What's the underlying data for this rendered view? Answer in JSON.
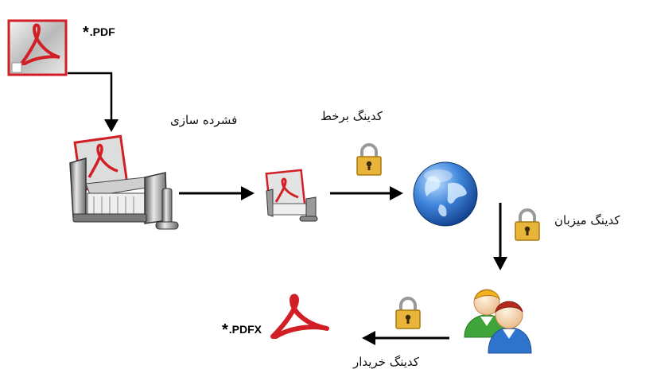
{
  "files": {
    "input_ext": ".PDF",
    "output_ext": ".PDFX",
    "star": "*"
  },
  "steps": {
    "compression": "فشرده سازی",
    "online_encoding": "کدینگ برخط",
    "host_encoding": "کدینگ میزبان",
    "buyer_encoding": "کدینگ خریدار"
  },
  "icons": [
    "pdf-document-icon",
    "compressor-icon",
    "compressed-pdf-icon",
    "globe-icon",
    "users-icon",
    "acrobat-logo-icon",
    "lock-icon"
  ],
  "colors": {
    "pdf_red": "#d21f26",
    "lock_gold": "#e8b43a",
    "globe_blue": "#2d6fd0",
    "arrow": "#000000"
  }
}
